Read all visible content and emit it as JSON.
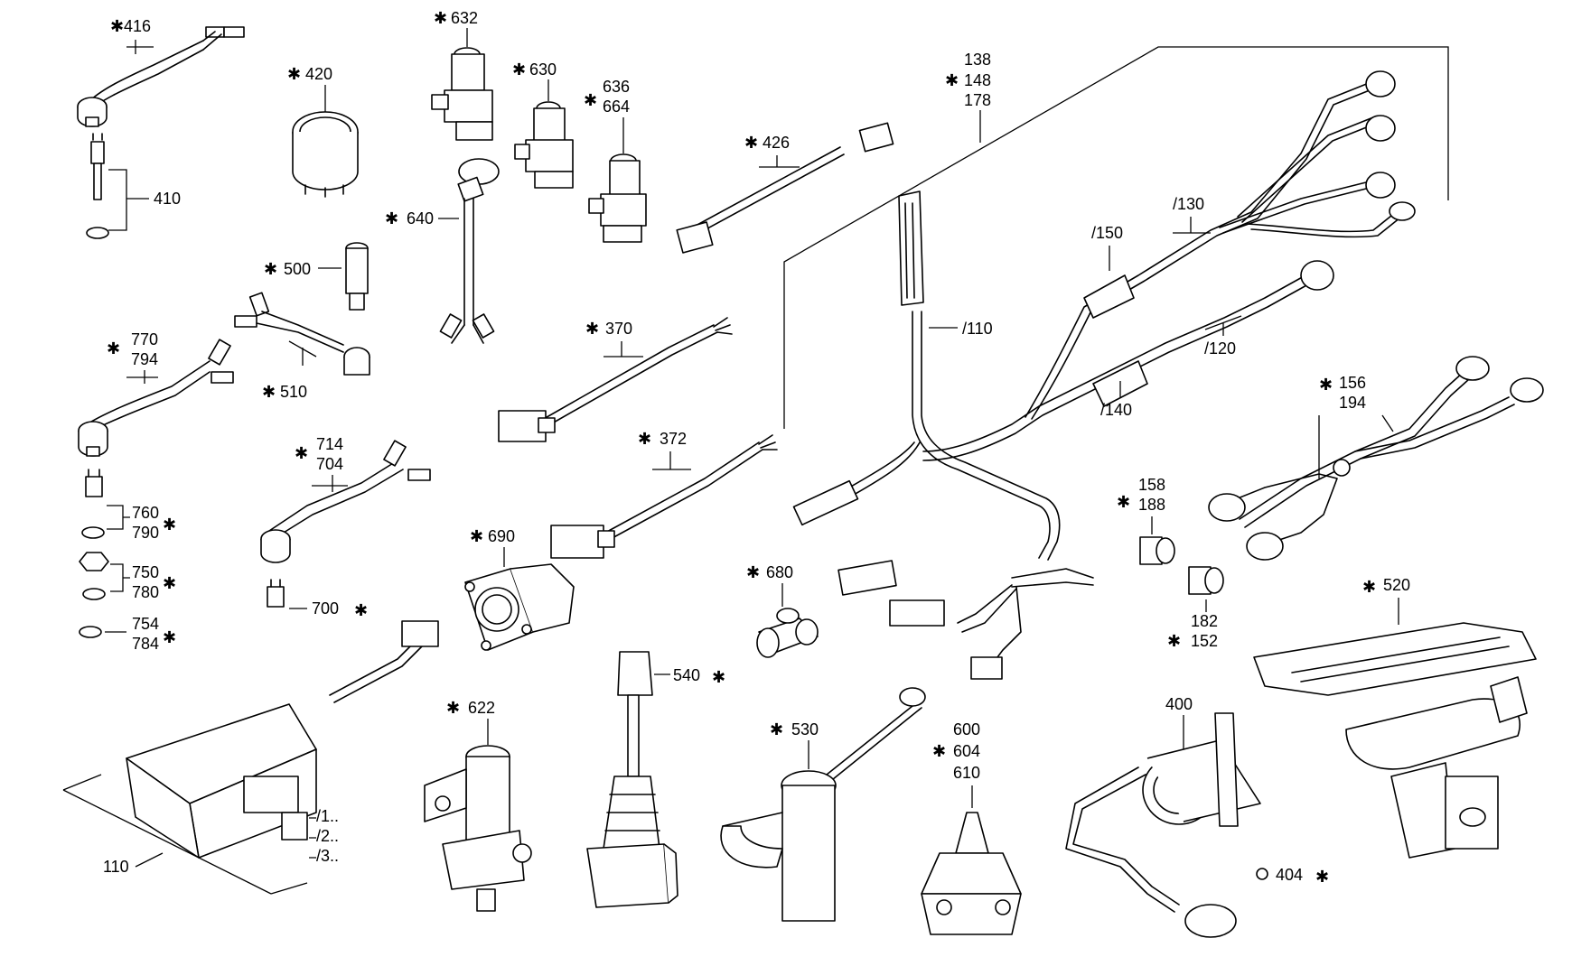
{
  "diagram": {
    "labels": {
      "l416": "416",
      "l420": "420",
      "l410": "410",
      "l632": "632",
      "l630": "630",
      "l636": "636",
      "l664": "664",
      "l640": "640",
      "l426": "426",
      "l138": "138",
      "l148": "148",
      "l178": "178",
      "l500": "500",
      "l510": "510",
      "l770": "770",
      "l794": "794",
      "l370": "370",
      "l110s": "/110",
      "l130s": "/130",
      "l150s": "/150",
      "l120s": "/120",
      "l140s": "/140",
      "l156": "156",
      "l194": "194",
      "l372": "372",
      "l714": "714",
      "l704": "704",
      "l760": "760",
      "l790": "790",
      "l750": "750",
      "l780": "780",
      "l754": "754",
      "l784": "784",
      "l700": "700",
      "l690": "690",
      "l680": "680",
      "l158": "158",
      "l188": "188",
      "l182": "182",
      "l152": "152",
      "l520": "520",
      "l540": "540",
      "l622": "622",
      "l530": "530",
      "l600": "600",
      "l604": "604",
      "l610": "610",
      "l400": "400",
      "l404": "404",
      "l110": "110",
      "s1": "/1..",
      "s2": "/2..",
      "s3": "/3.."
    },
    "marker": "✱"
  }
}
